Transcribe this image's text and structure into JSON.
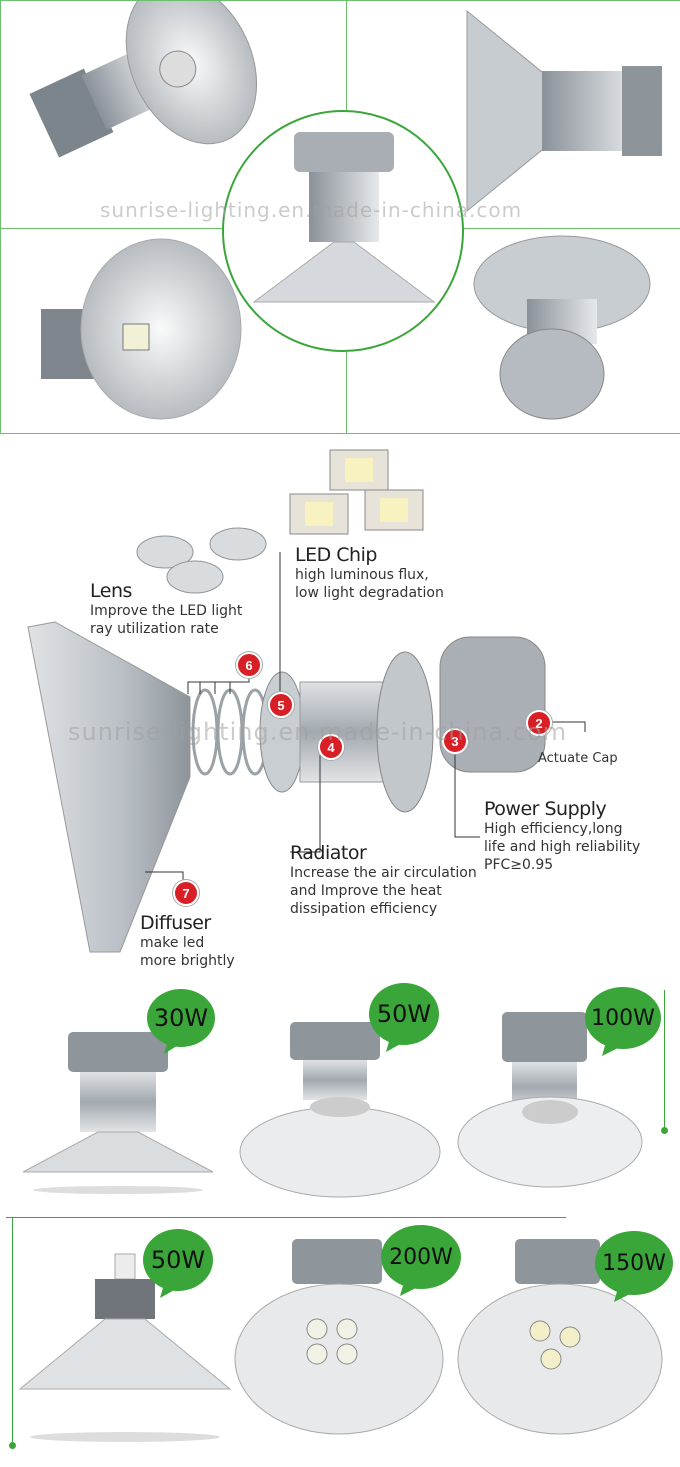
{
  "watermark_top": "sunrise-lighting.en.made-in-china.com",
  "watermark_mid": "sunrise-lighting.en.made-in-china.com",
  "parts": [
    {
      "num": "2",
      "title": "Actuate Cap",
      "desc": []
    },
    {
      "num": "3",
      "title": "Power Supply",
      "desc": [
        "High efficiency,long",
        "life and high reliability",
        "PFC≥0.95"
      ]
    },
    {
      "num": "4",
      "title": "Radiator",
      "desc": [
        "Increase the air circulation",
        "and Improve the heat",
        "dissipation efficiency"
      ]
    },
    {
      "num": "5",
      "title": "LED Chip",
      "desc": [
        "high luminous flux,",
        "low light degradation"
      ]
    },
    {
      "num": "6",
      "title": "Lens",
      "desc": [
        "Improve the LED light",
        "ray utilization rate"
      ]
    },
    {
      "num": "7",
      "title": "Diffuser",
      "desc": [
        "make led",
        "more brightly"
      ]
    }
  ],
  "wattages_row1": [
    "30W",
    "50W",
    "100W"
  ],
  "wattages_row2": [
    "50W",
    "200W",
    "150W"
  ],
  "colors": {
    "accent_green": "#3aa63a",
    "badge_red": "#d81f26",
    "panel_border": "#6cbf6c"
  }
}
